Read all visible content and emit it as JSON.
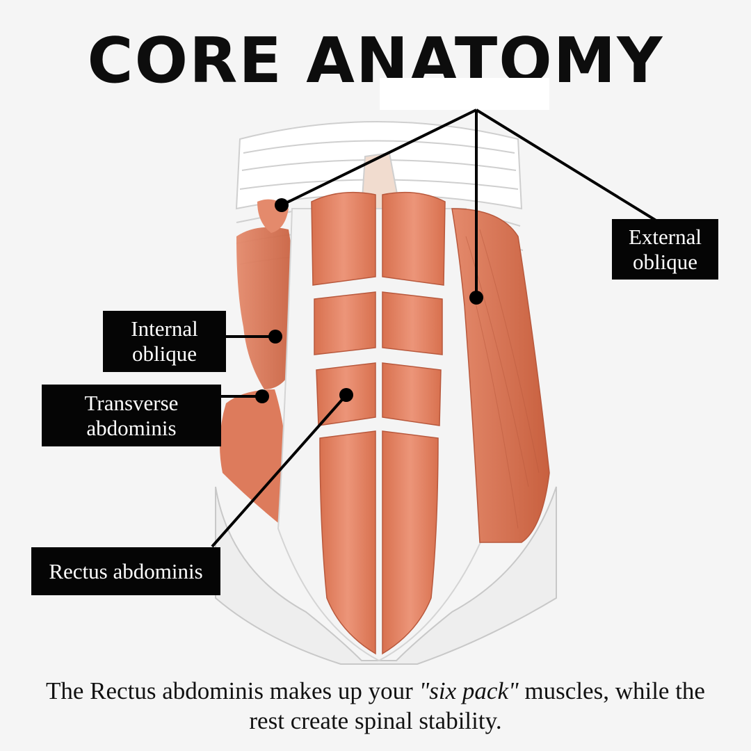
{
  "title": "CORE ANATOMY",
  "labels": {
    "external_oblique": [
      "External",
      "oblique"
    ],
    "internal_oblique": [
      "Internal",
      "oblique"
    ],
    "transverse_abdominis": [
      "Transverse",
      "abdominis"
    ],
    "rectus_abdominis": [
      "Rectus abdominis"
    ]
  },
  "caption": {
    "part1": "The Rectus abdominis makes up your ",
    "emphasis": "\"six pack\"",
    "part2": " muscles, while the rest create spinal stability."
  },
  "colors": {
    "background": "#f5f5f5",
    "muscle": "#e6866a",
    "muscle_dark": "#c9644a",
    "tendon": "#ffffff",
    "label_bg": "#050505"
  }
}
